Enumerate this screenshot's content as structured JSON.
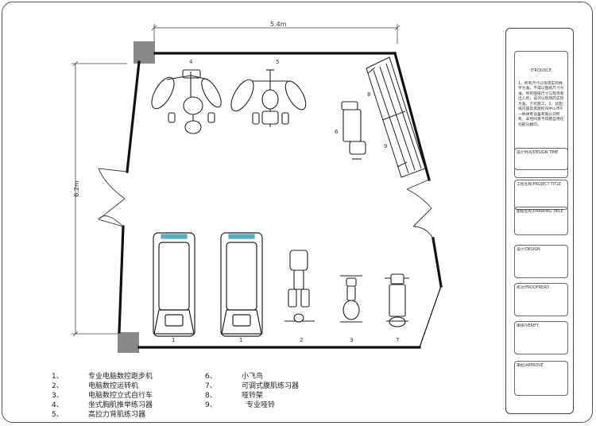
{
  "dimensions": {
    "width": "5.4m",
    "height": "6.2m"
  },
  "equipment_labels": [
    "4",
    "5",
    "8",
    "6",
    "9",
    "1",
    "1",
    "2",
    "3",
    "7"
  ],
  "title_block": {
    "intro_title": "ITROUDCE",
    "intro_text": "1、所有尺寸以现场实际数字为准，不得以图纸尺寸为准。所有图纸尺寸与现场有出入的，设计以现场的实际为准，方可施工。2、此图纸内容及其版权归中山市X一纳体育设备有限公司所有，未经同意不得擅自用任何部分翻印。",
    "design_time": "设计时间/DESIGN TIME",
    "project_title": "工程名称/PROJECT TITLE",
    "drawing_title": "图纸名称/DRAWING TIELE",
    "design": "设计/DESIGN",
    "proofread": "校对/FROOFREAD",
    "verify": "审核/VERIFY",
    "approve": "审批/APPROVE"
  },
  "legend": [
    {
      "num": "1、",
      "name": "专业电脑数控跑步机"
    },
    {
      "num": "2、",
      "name": "电脑数控运转机"
    },
    {
      "num": "3、",
      "name": "电脑数控立式自行车"
    },
    {
      "num": "4、",
      "name": "坐式胸肌推举练习器"
    },
    {
      "num": "5、",
      "name": "高拉力背肌练习器"
    },
    {
      "num": "6、",
      "name": "小飞鸟"
    },
    {
      "num": "7、",
      "name": "可调式腹肌练习器"
    },
    {
      "num": "8、",
      "name": "哑铃架"
    },
    {
      "num": "9、",
      "name": "专业哑铃"
    }
  ]
}
